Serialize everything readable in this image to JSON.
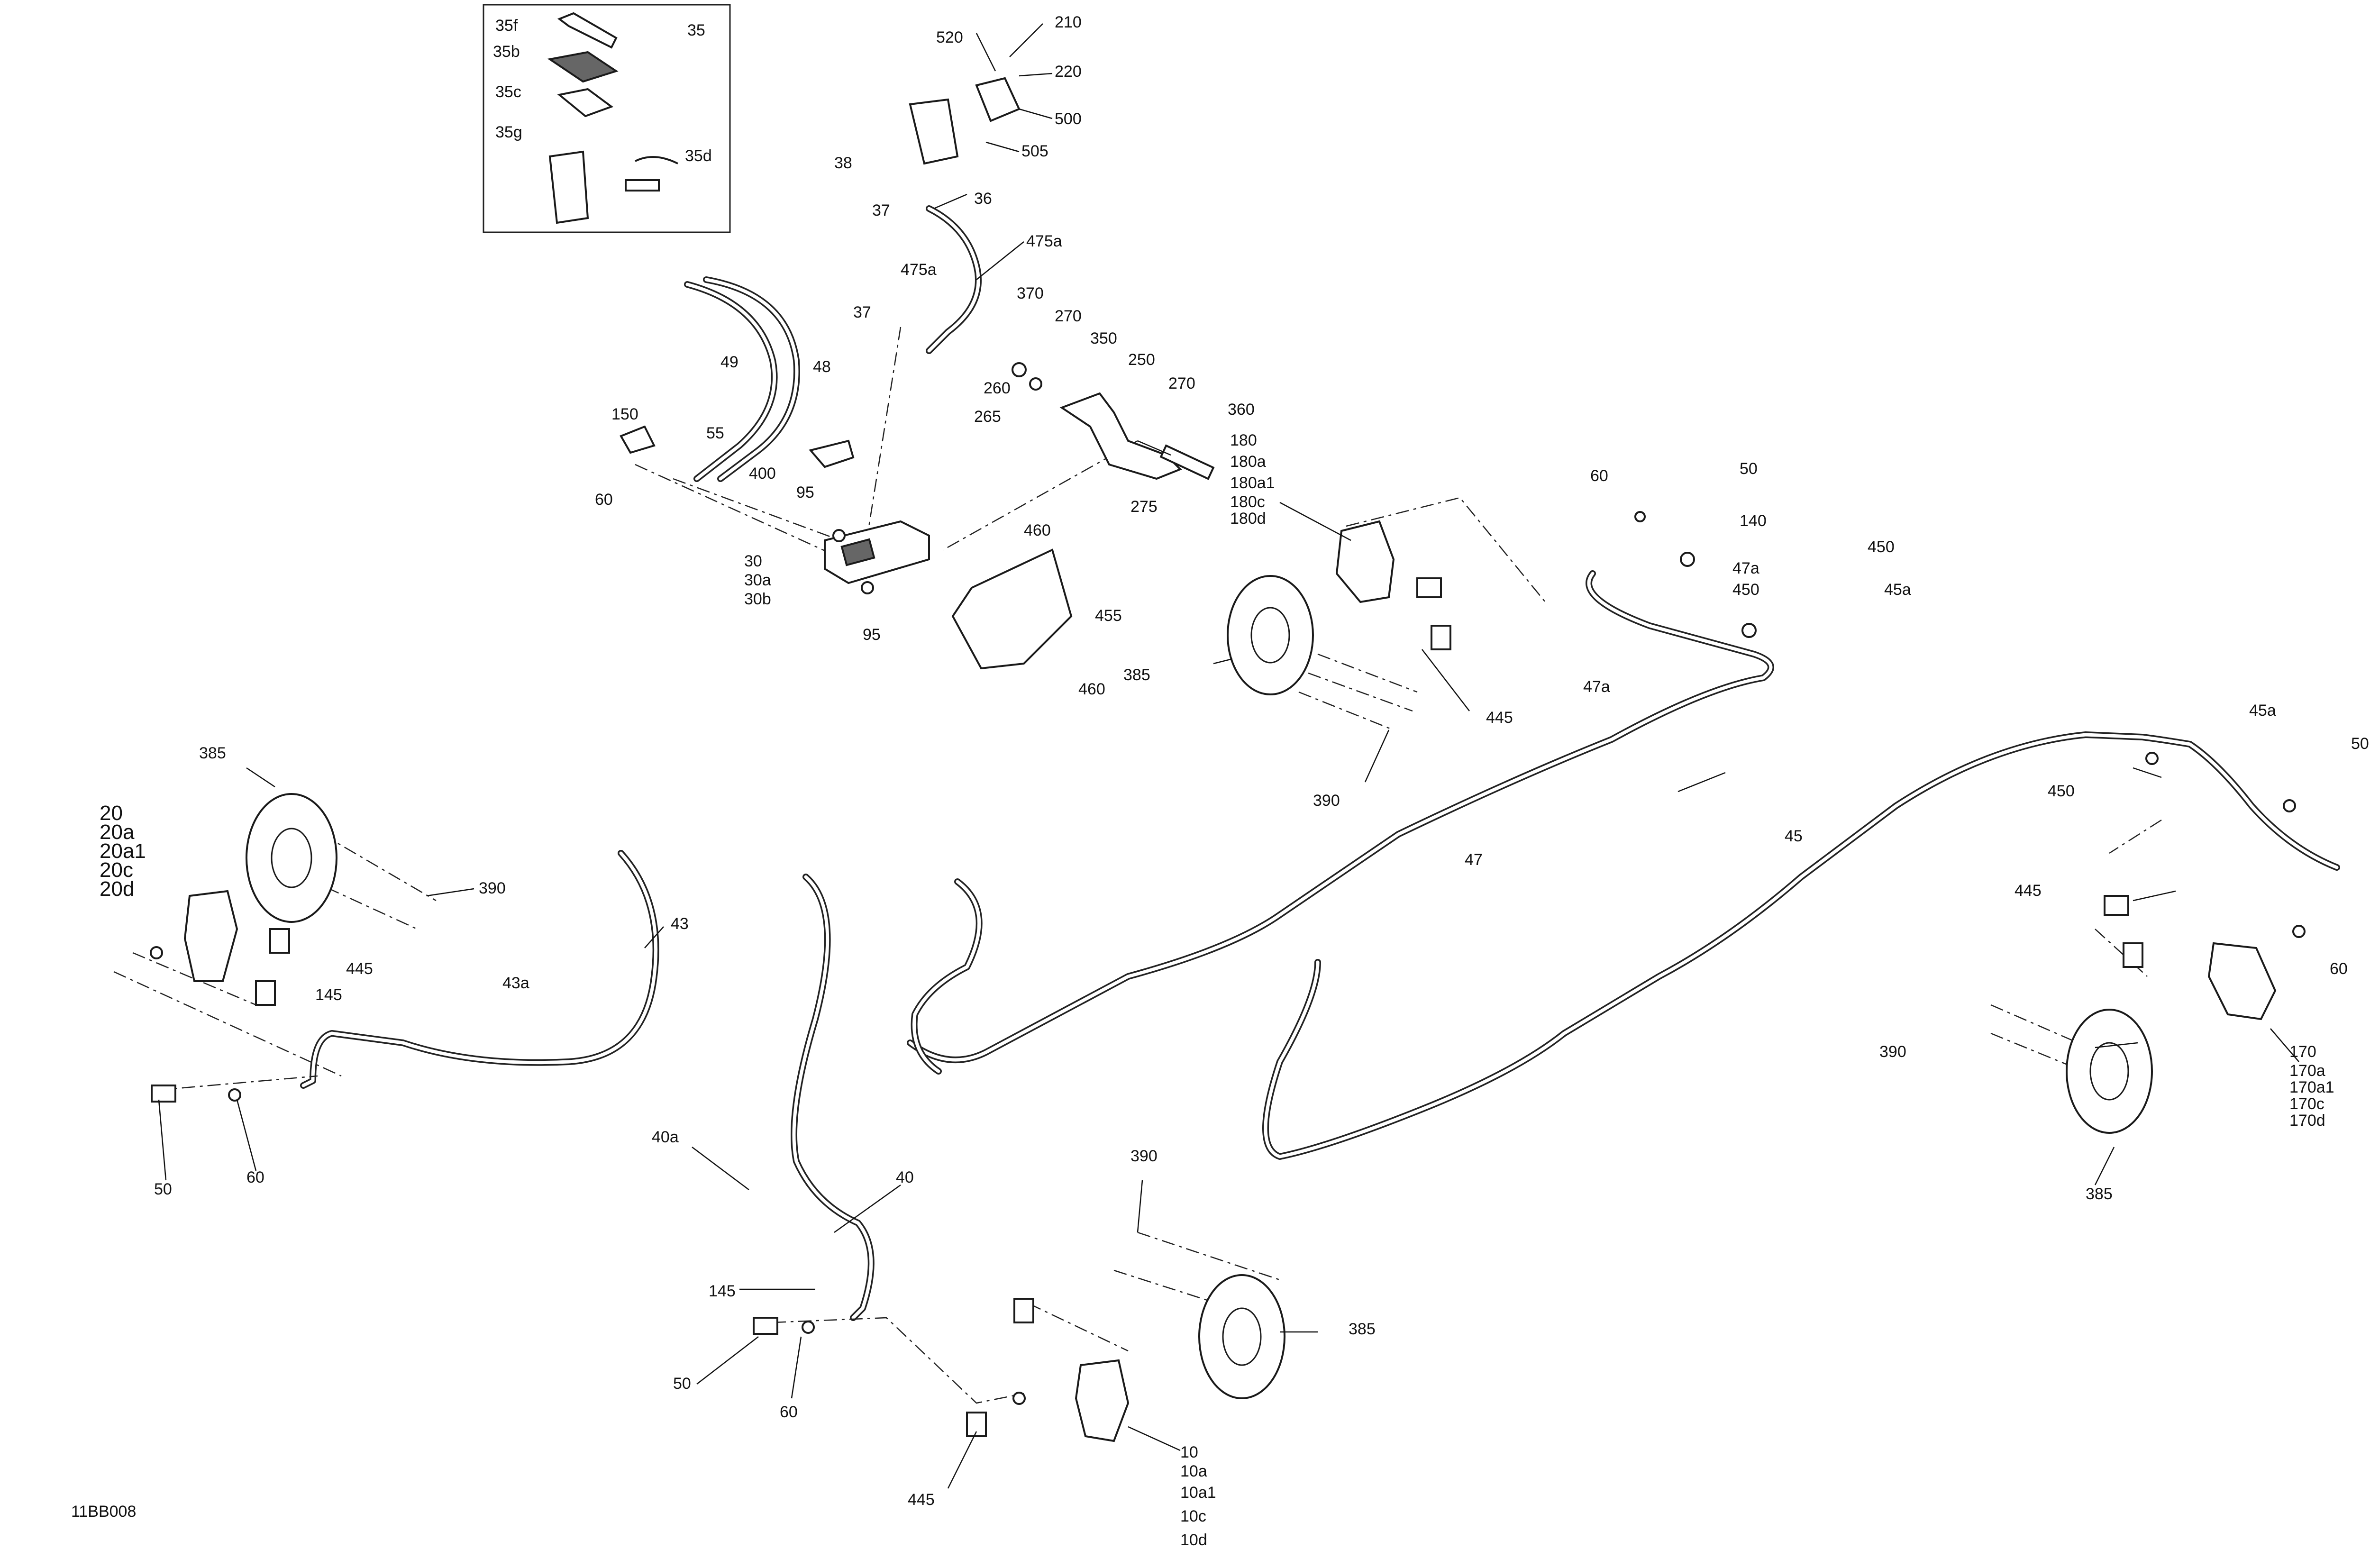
{
  "diagram_code": "11BB008",
  "callouts": {
    "c35": "35",
    "c35f": "35f",
    "c35b": "35b",
    "c35c": "35c",
    "c35g": "35g",
    "c35d": "35d",
    "c520": "520",
    "c210": "210",
    "c220": "220",
    "c500": "500",
    "c505": "505",
    "c38": "38",
    "c37a": "37",
    "c36": "36",
    "c475a_a": "475a",
    "c475a_b": "475a",
    "c370": "370",
    "c270a": "270",
    "c350": "350",
    "c250": "250",
    "c270b": "270",
    "c260": "260",
    "c265": "265",
    "c275": "275",
    "c360": "360",
    "c180": "180",
    "c180a": "180a",
    "c180a1": "180a1",
    "c180c": "180c",
    "c180d": "180d",
    "c37b": "37",
    "c49": "49",
    "c48": "48",
    "c150": "150",
    "c55": "55",
    "c400": "400",
    "c60a": "60",
    "c95a": "95",
    "c30": "30",
    "c30a": "30a",
    "c30b": "30b",
    "c95b": "95",
    "c460a": "460",
    "c455": "455",
    "c460b": "460",
    "c385a": "385",
    "c445a": "445",
    "c390a": "390",
    "c60b": "60",
    "c50a": "50",
    "c140": "140",
    "c47a_a": "47a",
    "c450a": "450",
    "c450b": "450",
    "c45a_a": "45a",
    "c47a_b": "47a",
    "c47": "47",
    "c45": "45",
    "c45a_b": "45a",
    "c50b": "50",
    "c450c": "450",
    "c445b": "445",
    "c60c": "60",
    "c170": "170",
    "c170a": "170a",
    "c170a1": "170a1",
    "c170c": "170c",
    "c170d": "170d",
    "c390b": "390",
    "c385b": "385",
    "c385c": "385",
    "c20": "20",
    "c20a": "20a",
    "c20a1": "20a1",
    "c20c": "20c",
    "c20d": "20d",
    "c390c": "390",
    "c445c": "445",
    "c145a": "145",
    "c43a": "43a",
    "c43": "43",
    "c50c": "50",
    "c60d": "60",
    "c40a": "40a",
    "c40": "40",
    "c145b": "145",
    "c50d": "50",
    "c60e": "60",
    "c390d": "390",
    "c385d": "385",
    "c445d": "445",
    "c10": "10",
    "c10a": "10a",
    "c10a1": "10a1",
    "c10c": "10c",
    "c10d": "10d"
  }
}
